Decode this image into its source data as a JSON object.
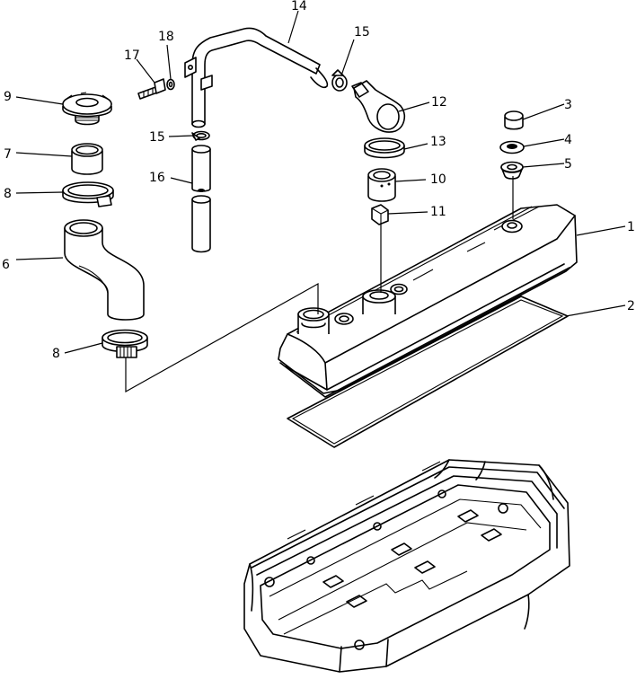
{
  "callouts": [
    {
      "id": "c1",
      "label": "1"
    },
    {
      "id": "c2",
      "label": "2"
    },
    {
      "id": "c3",
      "label": "3"
    },
    {
      "id": "c4",
      "label": "4"
    },
    {
      "id": "c5",
      "label": "5"
    },
    {
      "id": "c6",
      "label": "6"
    },
    {
      "id": "c7",
      "label": "7"
    },
    {
      "id": "c8a",
      "label": "8"
    },
    {
      "id": "c8b",
      "label": "8"
    },
    {
      "id": "c9",
      "label": "9"
    },
    {
      "id": "c10",
      "label": "10"
    },
    {
      "id": "c11",
      "label": "11"
    },
    {
      "id": "c12",
      "label": "12"
    },
    {
      "id": "c13",
      "label": "13"
    },
    {
      "id": "c14",
      "label": "14"
    },
    {
      "id": "c15a",
      "label": "15"
    },
    {
      "id": "c15b",
      "label": "15"
    },
    {
      "id": "c16",
      "label": "16"
    },
    {
      "id": "c17",
      "label": "17"
    },
    {
      "id": "c18",
      "label": "18"
    }
  ]
}
